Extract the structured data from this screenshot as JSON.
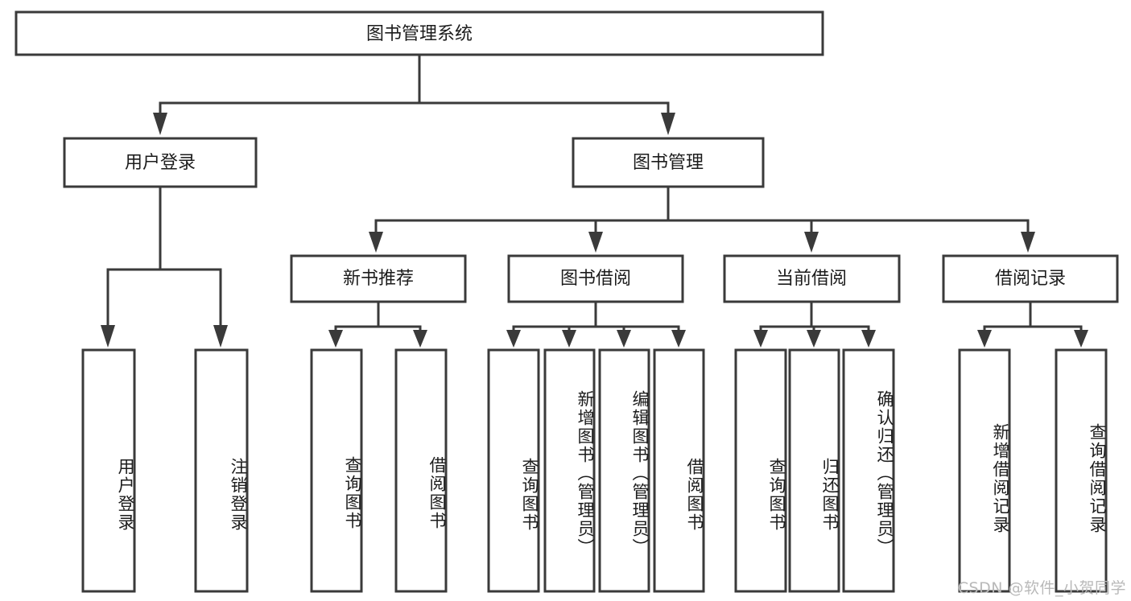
{
  "diagram": {
    "title": "图书管理系统",
    "type": "tree-hierarchy-chart",
    "watermark": "CSDN @软件_小贺同学",
    "colors": {
      "stroke": "#3a3a3a",
      "fill": "#ffffff",
      "text": "#1c1c1c",
      "watermark": "#b9b9b9"
    },
    "levels": {
      "root": {
        "label": "图书管理系统"
      },
      "level2": [
        {
          "id": "user-login",
          "label": "用户登录"
        },
        {
          "id": "book-management",
          "label": "图书管理"
        }
      ],
      "level3": [
        {
          "id": "new-book-recommend",
          "label": "新书推荐",
          "parent": "book-management"
        },
        {
          "id": "book-borrow",
          "label": "图书借阅",
          "parent": "book-management"
        },
        {
          "id": "current-borrow",
          "label": "当前借阅",
          "parent": "book-management"
        },
        {
          "id": "borrow-record",
          "label": "借阅记录",
          "parent": "book-management"
        }
      ],
      "leaves": [
        {
          "id": "leaf-user-login",
          "label": "用户登录",
          "parent": "user-login"
        },
        {
          "id": "leaf-user-logout",
          "label": "注销登录",
          "parent": "user-login"
        },
        {
          "id": "leaf-query-book-1",
          "label": "查询图书",
          "parent": "new-book-recommend"
        },
        {
          "id": "leaf-borrow-book-1",
          "label": "借阅图书",
          "parent": "new-book-recommend"
        },
        {
          "id": "leaf-query-book-2",
          "label": "查询图书",
          "parent": "book-borrow"
        },
        {
          "id": "leaf-add-book",
          "label": "新增图书（管理员）",
          "parent": "book-borrow"
        },
        {
          "id": "leaf-edit-book",
          "label": "编辑图书（管理员）",
          "parent": "book-borrow"
        },
        {
          "id": "leaf-borrow-book-2",
          "label": "借阅图书",
          "parent": "book-borrow"
        },
        {
          "id": "leaf-query-book-3",
          "label": "查询图书",
          "parent": "current-borrow"
        },
        {
          "id": "leaf-return-book",
          "label": "归还图书",
          "parent": "current-borrow"
        },
        {
          "id": "leaf-confirm-return",
          "label": "确认归还（管理员）",
          "parent": "current-borrow"
        },
        {
          "id": "leaf-add-record",
          "label": "新增借阅记录",
          "parent": "borrow-record"
        },
        {
          "id": "leaf-query-record",
          "label": "查询借阅记录",
          "parent": "borrow-record"
        }
      ]
    }
  }
}
